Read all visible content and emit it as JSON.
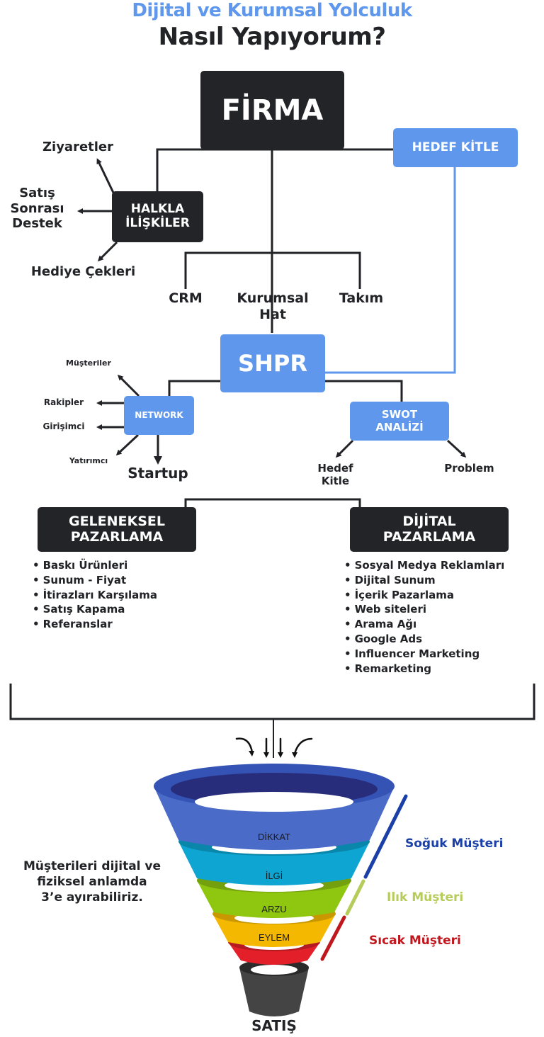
{
  "header": {
    "subtitle": "Dijital ve Kurumsal Yolculuk",
    "title": "Nasıl Yapıyorum?"
  },
  "colors": {
    "dark": "#232428",
    "blue": "#5f97ec",
    "cold": "#1a3fa6",
    "warm": "#b5cc5a",
    "hot": "#c0161d"
  },
  "firma": {
    "label": "FİRMA",
    "halkla": {
      "label": "HALKLA İLİŞKİLER",
      "line1": "HALKLA",
      "line2": "İLİŞKİLER",
      "outputs": [
        {
          "label": "Ziyaretler"
        },
        {
          "label": "Satış Sonrası Destek",
          "lines": [
            "Satış",
            "Sonrası",
            "Destek"
          ]
        },
        {
          "label": "Hediye Çekleri"
        }
      ]
    },
    "hedef_kitle": {
      "label": "HEDEF KİTLE"
    },
    "children": [
      {
        "label": "CRM"
      },
      {
        "label": "Kurumsal Hat",
        "lines": [
          "Kurumsal",
          "Hat"
        ]
      },
      {
        "label": "Takım"
      }
    ]
  },
  "shpr": {
    "label": "SHPR",
    "network": {
      "label": "NETWORK",
      "outputs": [
        {
          "label": "Müşteriler"
        },
        {
          "label": "Rakipler"
        },
        {
          "label": "Girişimci"
        },
        {
          "label": "Yatırımcı"
        },
        {
          "label": "Startup"
        }
      ]
    },
    "swot": {
      "label": "SWOT ANALİZİ",
      "line1": "SWOT",
      "line2": "ANALİZİ",
      "outputs": [
        {
          "label": "Hedef Kitle",
          "lines": [
            "Hedef",
            "Kitle"
          ]
        },
        {
          "label": "Problem"
        }
      ]
    }
  },
  "marketing": {
    "traditional": {
      "line1": "GELENEKSEL",
      "line2": "PAZARLAMA",
      "items": [
        "Baskı Ürünleri",
        "Sunum - Fiyat",
        "İtirazları Karşılama",
        "Satış Kapama",
        "Referanslar"
      ]
    },
    "digital": {
      "line1": "DİJİTAL",
      "line2": "PAZARLAMA",
      "items": [
        "Sosyal Medya Reklamları",
        "Dijital Sunum",
        "İçerik Pazarlama",
        "Web siteleri",
        "Arama Ağı",
        "Google Ads",
        "Influencer Marketing",
        "Remarketing"
      ]
    }
  },
  "funnel": {
    "stages": [
      {
        "label": "DİKKAT",
        "color": "#3f5fbe"
      },
      {
        "label": "İLGİ",
        "color": "#0ea5d2"
      },
      {
        "label": "ARZU",
        "color": "#8fc60f"
      },
      {
        "label": "EYLEM",
        "color": "#f5b800"
      },
      {
        "label": "",
        "color": "#e3202a"
      },
      {
        "label": "",
        "color": "#444444"
      }
    ],
    "result": "SATIŞ",
    "note_lines": [
      "Müşterileri dijital ve",
      "fiziksel anlamda",
      "3’e ayırabiliriz."
    ],
    "segments": [
      {
        "label": "Soğuk Müşteri"
      },
      {
        "label": "Ilık Müşteri"
      },
      {
        "label": "Sıcak Müşteri"
      }
    ]
  }
}
